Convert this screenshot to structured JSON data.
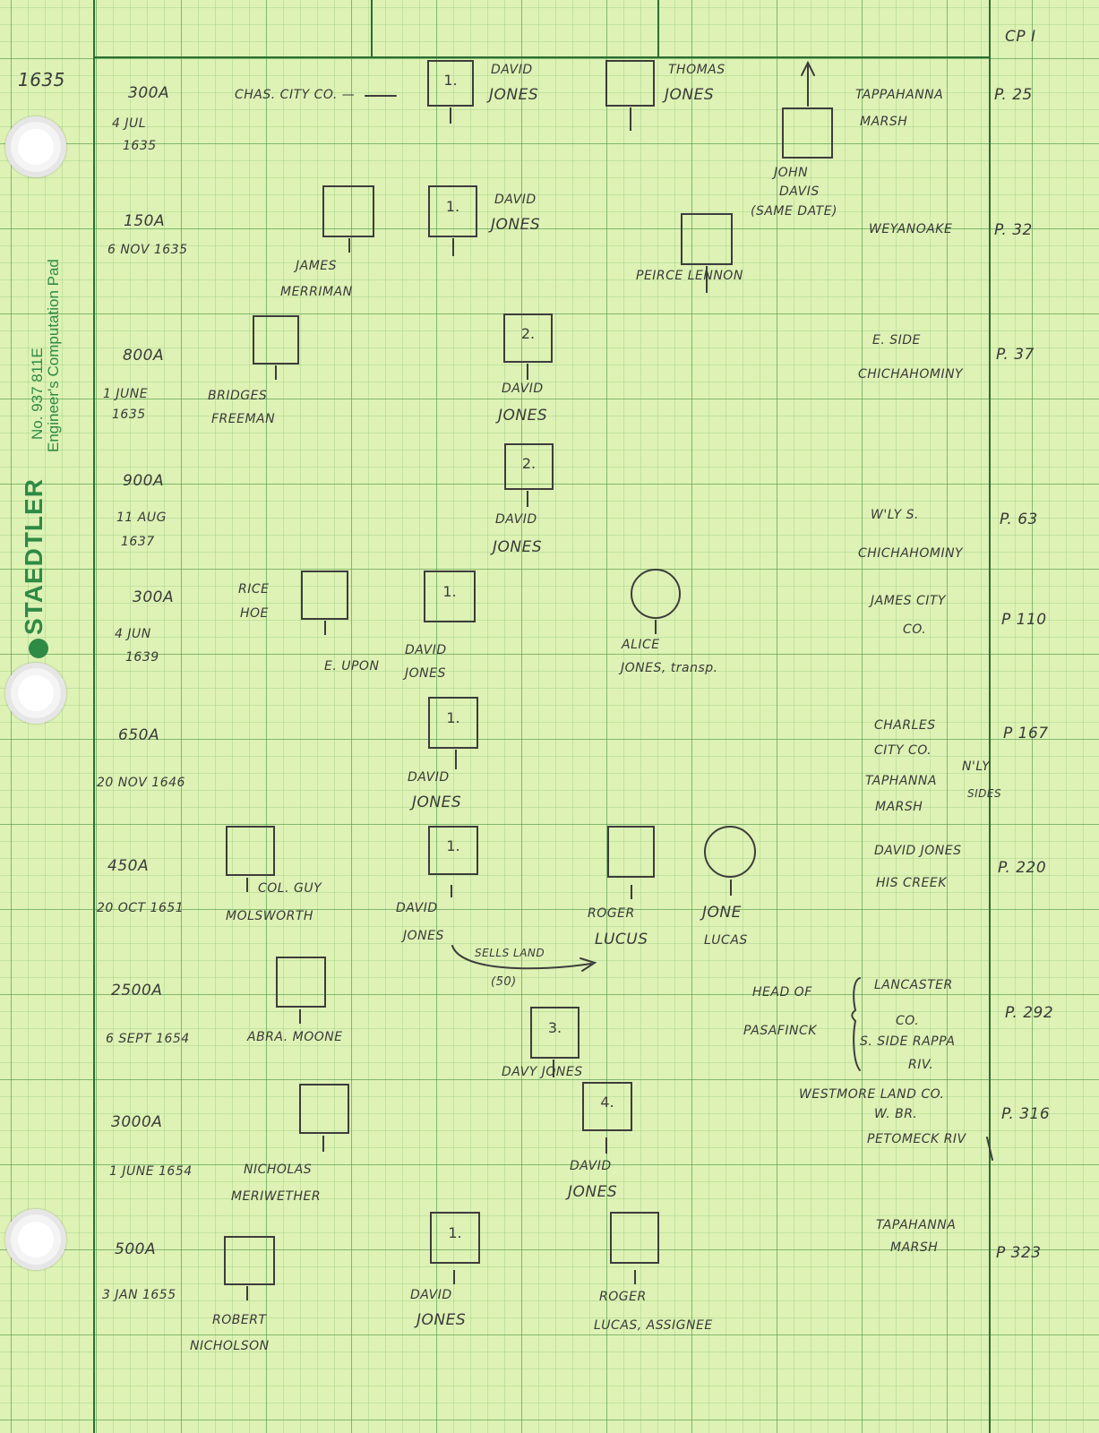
{
  "pad": {
    "brand": "STAEDTLER",
    "model_number": "No. 937 811E",
    "pad_name": "Engineer's Computation Pad"
  },
  "header": {
    "year": "1635",
    "corner_label": "CP I"
  },
  "entries": [
    {
      "acres": "300A",
      "date_line1": "4 JUL",
      "date_line2": "1635",
      "left_note": "CHAS. CITY CO. —",
      "box_label": "1.",
      "grantee": [
        "DAVID",
        "JONES"
      ],
      "neighbor1": [
        "THOMAS",
        "JONES"
      ],
      "neighbor2": [
        "JOHN",
        "DAVIS",
        "(SAME DATE)"
      ],
      "location": [
        "TAPPAHANNA",
        "MARSH"
      ],
      "page": "P. 25"
    },
    {
      "acres": "150A",
      "date_line1": "6 NOV 1635",
      "box_label": "1.",
      "grantee": [
        "DAVID",
        "JONES"
      ],
      "neighbor1": [
        "JAMES",
        "MERRIMAN"
      ],
      "neighbor2": [
        "PEIRCE LENNON"
      ],
      "location": [
        "WEYANOAKE"
      ],
      "page": "P. 32"
    },
    {
      "acres": "800A",
      "date_line1": "1 JUNE",
      "date_line2": "1635",
      "box_label": "2.",
      "grantee": [
        "DAVID",
        "JONES"
      ],
      "neighbor1": [
        "BRIDGES",
        "FREEMAN"
      ],
      "location": [
        "E. SIDE",
        "CHICHAHOMINY"
      ],
      "page": "P. 37"
    },
    {
      "acres": "900A",
      "date_line1": "11 AUG",
      "date_line2": "1637",
      "box_label": "2.",
      "grantee": [
        "DAVID",
        "JONES"
      ],
      "location": [
        "W'LY S.",
        "CHICHAHOMINY"
      ],
      "page": "P. 63"
    },
    {
      "acres": "300A",
      "date_line1": "4 JUN",
      "date_line2": "1639",
      "box_label": "1.",
      "grantee": [
        "DAVID",
        "JONES"
      ],
      "neighbor1": [
        "RICE",
        "HOE"
      ],
      "neighbor1_note": "E. UPON",
      "neighbor2": [
        "ALICE",
        "JONES, transp."
      ],
      "location": [
        "JAMES CITY",
        "CO."
      ],
      "page": "P 110"
    },
    {
      "acres": "650A",
      "date_line1": "20 NOV 1646",
      "box_label": "1.",
      "grantee": [
        "DAVID",
        "JONES"
      ],
      "location": [
        "CHARLES",
        "CITY CO.",
        "TAPHANNA",
        "MARSH"
      ],
      "location_note": [
        "N'LY",
        "SIDES"
      ],
      "page": "P 167"
    },
    {
      "acres": "450A",
      "date_line1": "20 OCT 1651",
      "box_label": "1.",
      "grantee": [
        "DAVID",
        "JONES"
      ],
      "neighbor1": [
        "COL. GUY",
        "MOLSWORTH"
      ],
      "neighbor2": [
        "ROGER",
        "LUCUS"
      ],
      "neighbor3": [
        "JONE",
        "LUCAS"
      ],
      "sale_note": [
        "SELLS LAND",
        "(50)"
      ],
      "location": [
        "DAVID JONES",
        "HIS CREEK"
      ],
      "page": "P. 220"
    },
    {
      "acres": "2500A",
      "date_line1": "6 SEPT 1654",
      "box_label": "3.",
      "grantee": [
        "DAVY JONES"
      ],
      "neighbor1": [
        "ABRA. MOONE"
      ],
      "location_head": [
        "HEAD OF",
        "PASAFINCK"
      ],
      "location": [
        "LANCASTER",
        "CO.",
        "S. SIDE RAPPA",
        "RIV."
      ],
      "page": "P. 292"
    },
    {
      "acres": "3000A",
      "date_line1": "1 JUNE 1654",
      "box_label": "4.",
      "grantee": [
        "DAVID",
        "JONES"
      ],
      "neighbor1": [
        "NICHOLAS",
        "MERIWETHER"
      ],
      "location": [
        "WESTMORE LAND CO.",
        "W. BR.",
        "PETOMECK RIV"
      ],
      "page": "P. 316"
    },
    {
      "acres": "500A",
      "date_line1": "3 JAN 1655",
      "box_label": "1.",
      "grantee": [
        "DAVID",
        "JONES"
      ],
      "neighbor1": [
        "ROBERT",
        "NICHOLSON"
      ],
      "neighbor2": [
        "ROGER",
        "LUCAS, ASSIGNEE"
      ],
      "location": [
        "TAPAHANNA",
        "MARSH"
      ],
      "page": "P 323"
    }
  ]
}
